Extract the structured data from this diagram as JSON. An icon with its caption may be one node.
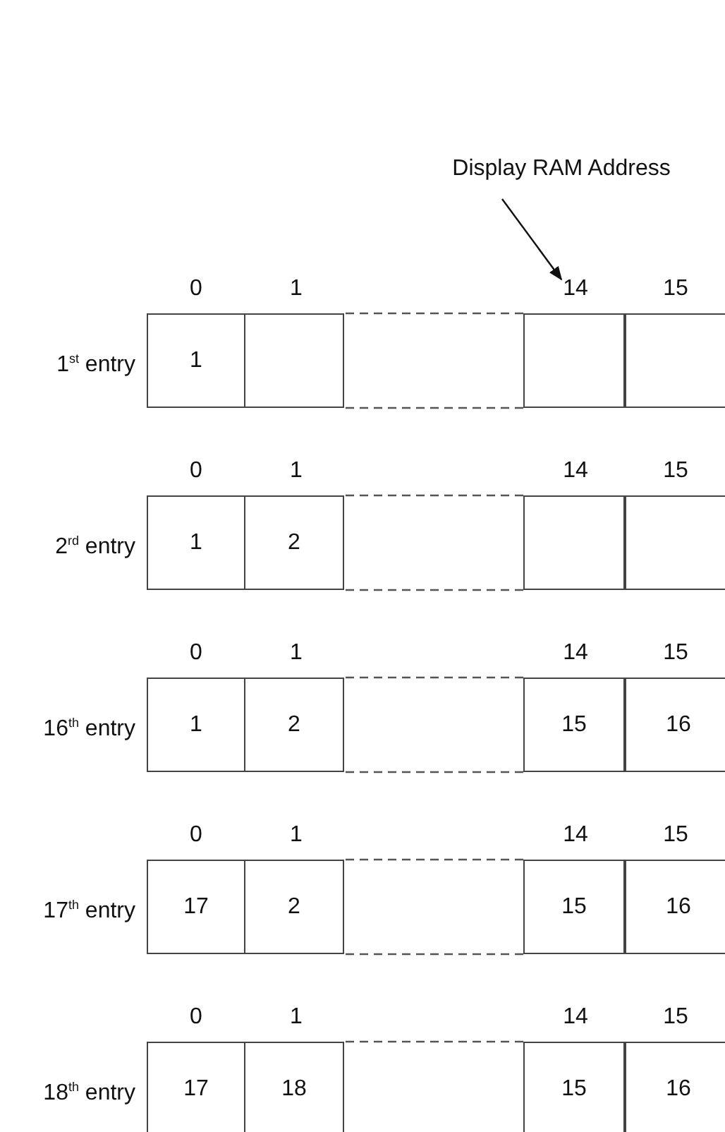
{
  "diagram": {
    "nodes": [
      {
        "text": [
          "Display RAM Address"
        ]
      },
      {
        "text": [
          "14"
        ]
      },
      {
        "text": [
          "1"
        ]
      },
      {
        "text": [],
        "shape": "box"
      },
      {
        "text": [],
        "shape": "box"
      },
      {
        "text": [],
        "shape": "box"
      },
      {
        "text": [
          "1"
        ]
      },
      {
        "text": [
          "2"
        ]
      },
      {
        "text": [],
        "shape": "box"
      },
      {
        "text": [],
        "shape": "box"
      },
      {
        "text": [
          "1"
        ]
      },
      {
        "text": [
          "2"
        ]
      },
      {
        "text": [
          "15"
        ]
      },
      {
        "text": [
          "16"
        ]
      },
      {
        "text": [
          "17"
        ]
      },
      {
        "text": [
          "2"
        ]
      },
      {
        "text": [
          "15"
        ]
      },
      {
        "text": [
          "16"
        ]
      },
      {
        "text": [
          "17"
        ]
      },
      {
        "text": [
          "18"
        ]
      },
      {
        "text": [
          "15"
        ]
      },
      {
        "text": [
          "16"
        ]
      }
    ],
    "edges": [
      {
        "from": 0,
        "to": 1,
        "arrow": "to"
      }
    ],
    "labels": [
      "0",
      "1",
      "15",
      "1$^{st}$ entry",
      "0",
      "1",
      "14",
      "15",
      "2$^{rd}$ entry",
      "0",
      "1",
      "14",
      "15",
      "16$^{th}$ entry",
      "0",
      "1",
      "14",
      "15",
      "17$^{th}$ entry",
      "0",
      "1",
      "14",
      "15",
      "18$^{th}$ entry"
    ]
  }
}
